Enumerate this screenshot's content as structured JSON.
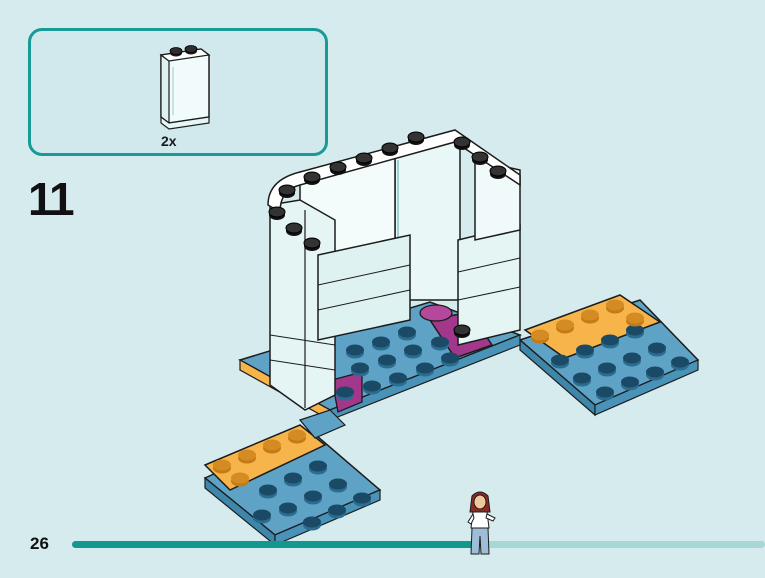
{
  "parts": {
    "quantity_label": "2x",
    "part": "transparent-panel-icon"
  },
  "step": {
    "number": "11"
  },
  "page": {
    "number": "26"
  },
  "progress": {
    "fraction": 0.58
  },
  "colors": {
    "accent": "#13988f",
    "background": "#d5ebee",
    "stud_blue": "#5ea3c6",
    "plate_orange": "#f6b44b",
    "tile_magenta": "#a3378c",
    "glass": "#e9f7f6"
  },
  "icons": [
    "transparent-panel-icon",
    "minifigure-icon"
  ]
}
